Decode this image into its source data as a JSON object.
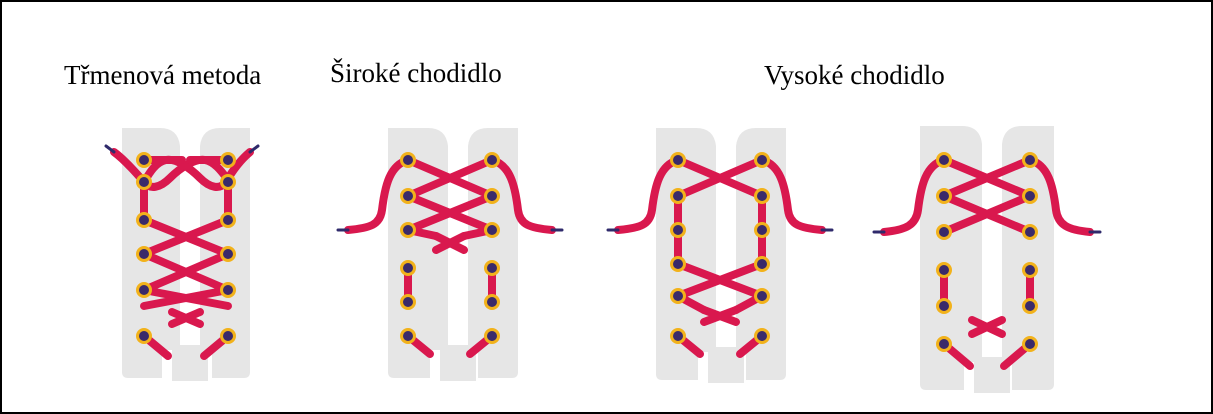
{
  "titles": {
    "stirrup": "Třmenová metoda",
    "wide": "Široké chodidlo",
    "high": "Vysoké chodidlo"
  },
  "colors": {
    "shoe": "#e6e6e6",
    "lace": "#d9184e",
    "lace_dark": "#b8123f",
    "eyelet_ring": "#f2b21b",
    "eyelet_hole": "#3a2a6a",
    "aglet": "#2f2a6b",
    "frame": "#000000"
  }
}
